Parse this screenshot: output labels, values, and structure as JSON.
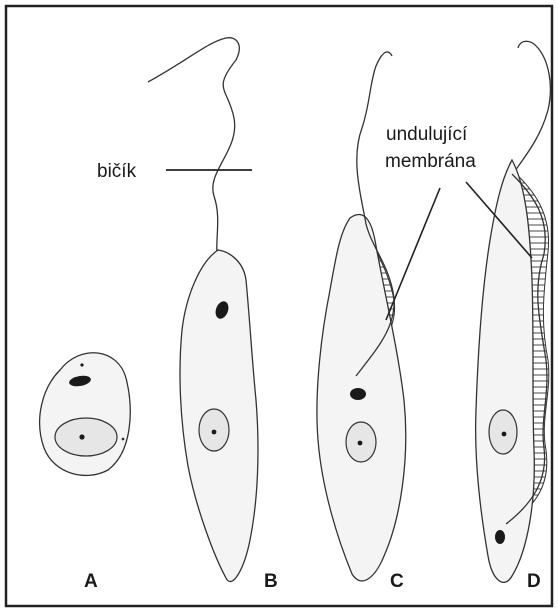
{
  "labels": {
    "flagellum": "bičík",
    "undulating_line1": "undulující",
    "undulating_line2": "membrána",
    "form_a": "A",
    "form_b": "B",
    "form_c": "C",
    "form_d": "D"
  },
  "colors": {
    "frame": "#222222",
    "ink": "#1a1a1a",
    "cell_fill": "#f4f4f4",
    "nucleus_fill": "#e6e6e6"
  }
}
